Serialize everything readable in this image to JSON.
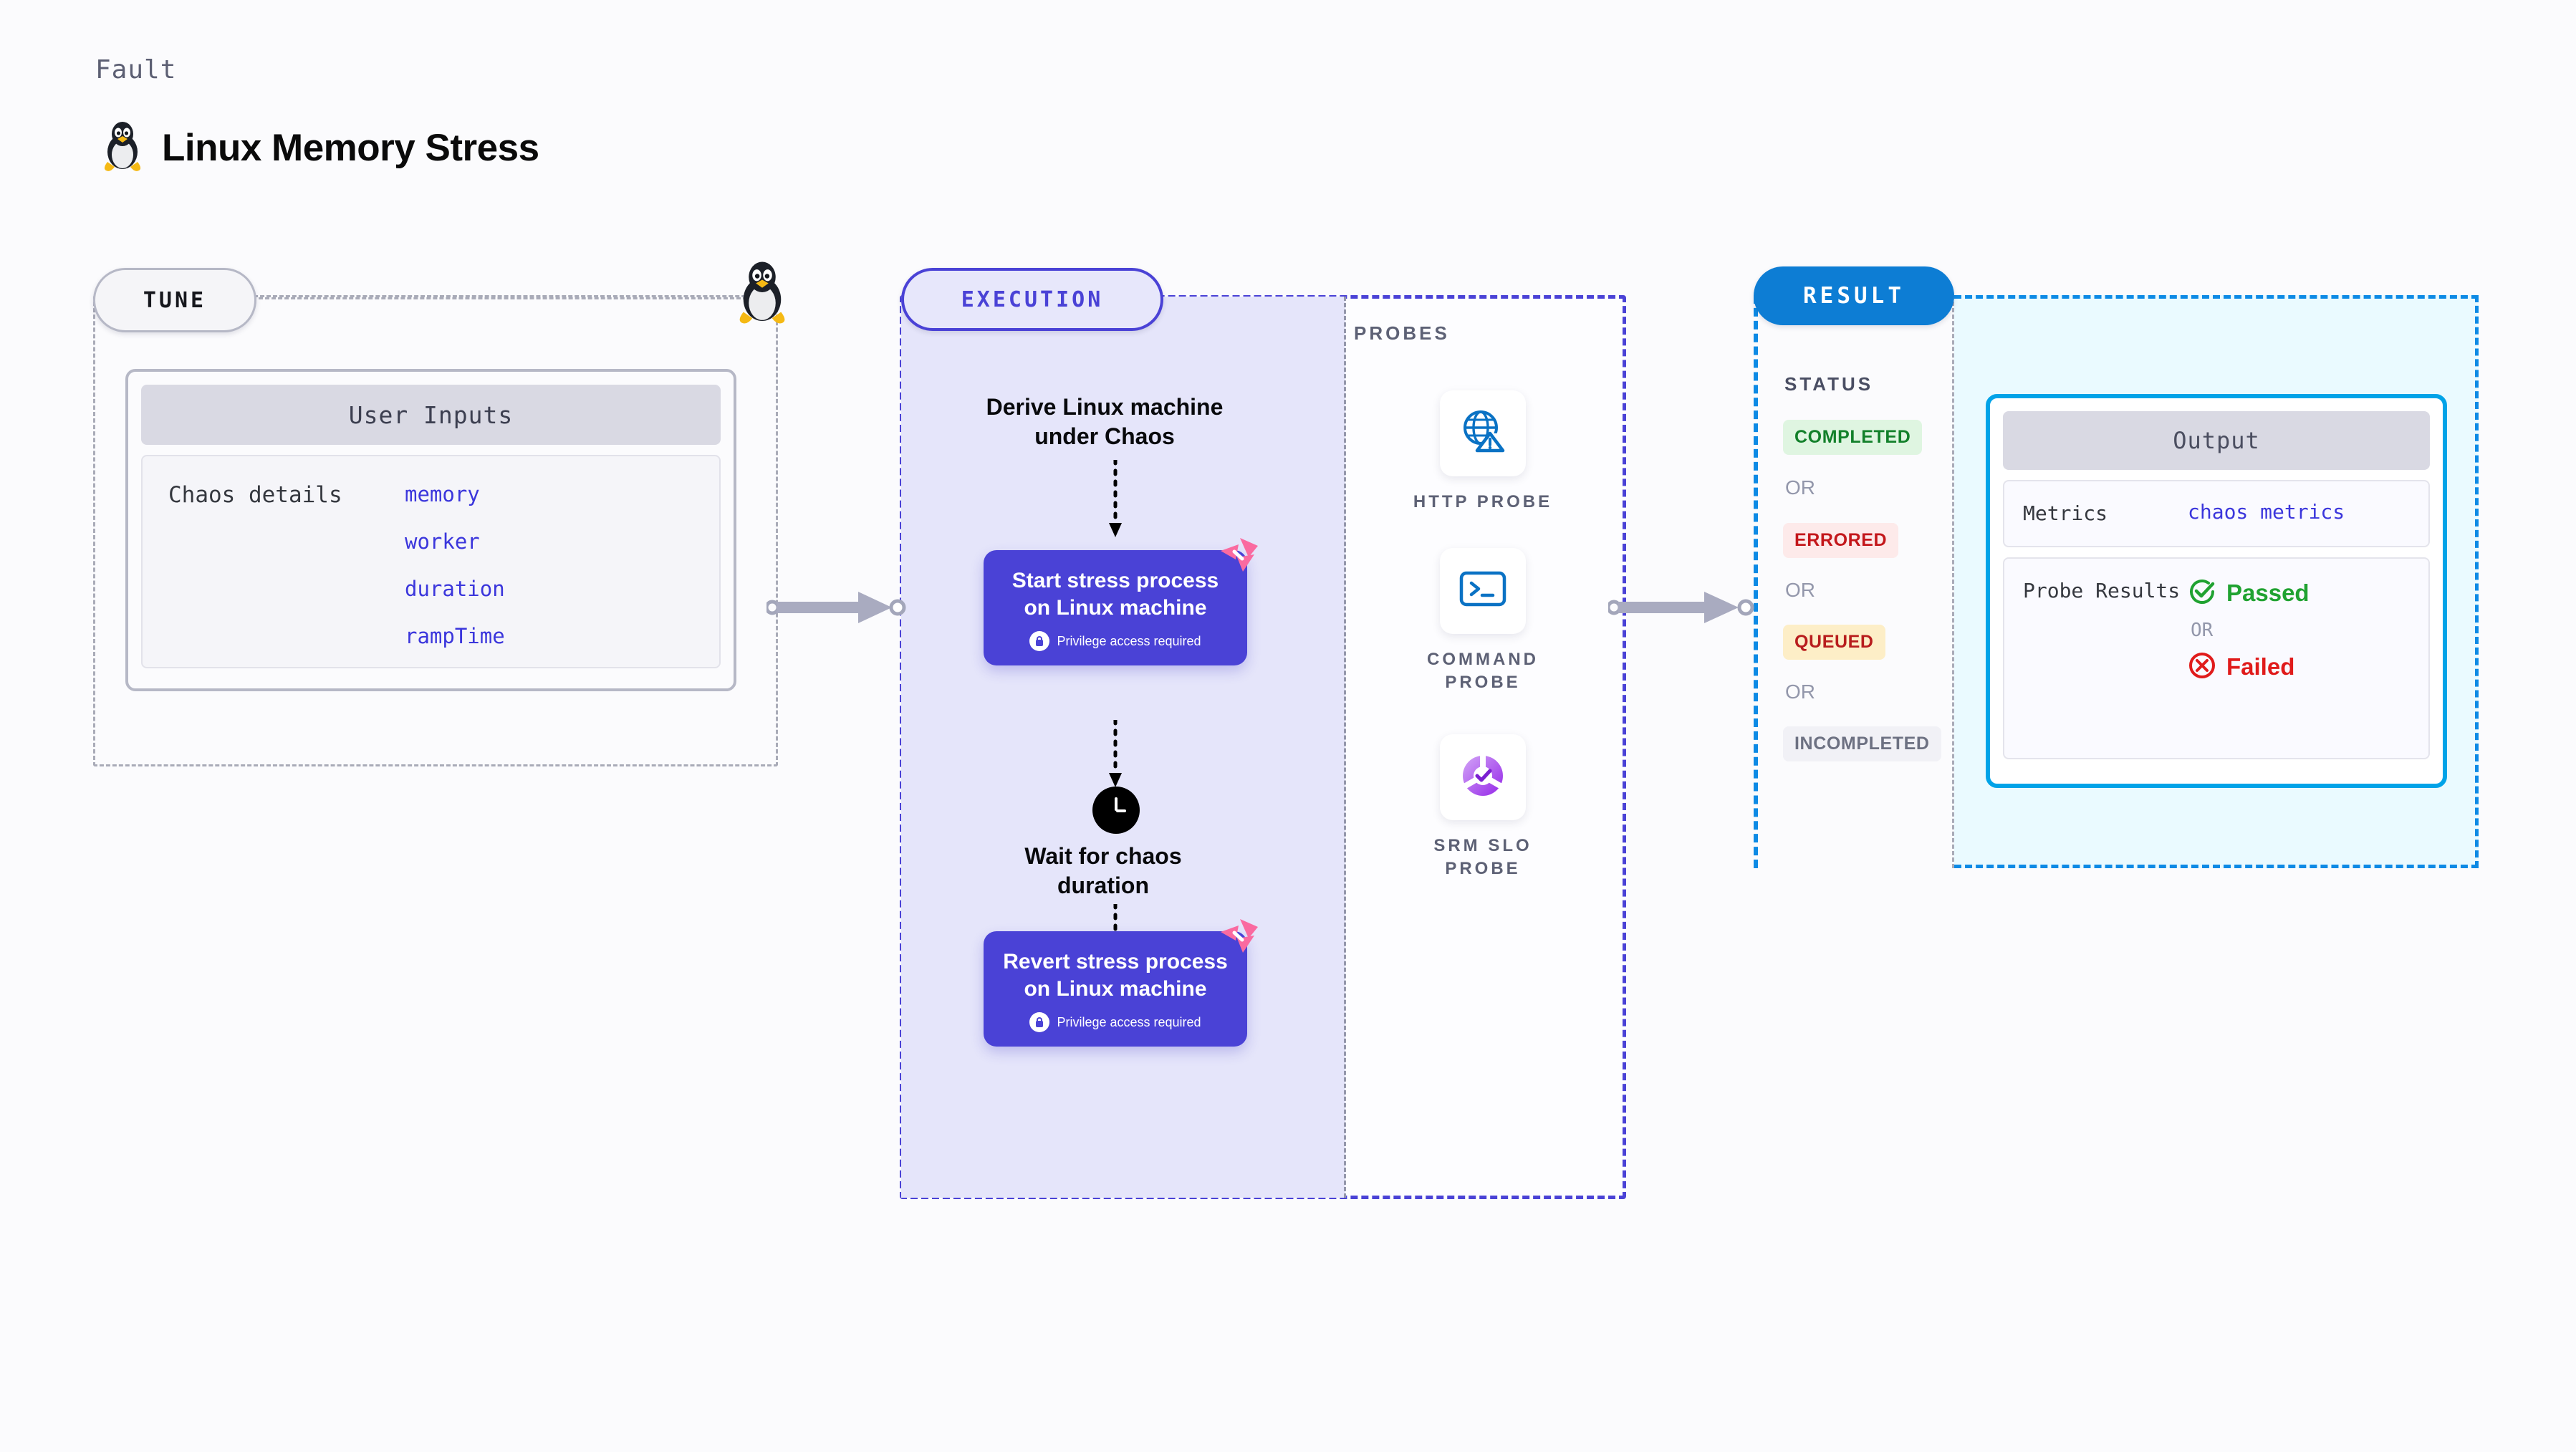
{
  "header": {
    "fault_label": "Fault",
    "title": "Linux Memory Stress",
    "icon": "linux-tux-icon"
  },
  "tune": {
    "pill_label": "TUNE",
    "card_header": "User Inputs",
    "details_label": "Chaos details",
    "values": [
      "memory",
      "worker",
      "duration",
      "rampTime"
    ],
    "edge_icon": "linux-tux-icon"
  },
  "execution": {
    "pill_label": "EXECUTION",
    "steps": [
      {
        "type": "title",
        "label": "Derive Linux machine under Chaos"
      },
      {
        "type": "action",
        "label": "Start stress process on Linux machine",
        "privilege_note": "Privilege access required",
        "badge": "harness-logo-icon",
        "lock": "lock-icon"
      },
      {
        "type": "title",
        "label": "Wait for chaos duration",
        "icon": "clock-icon"
      },
      {
        "type": "action",
        "label": "Revert stress process on Linux machine",
        "privilege_note": "Privilege access required",
        "badge": "harness-logo-icon",
        "lock": "lock-icon"
      }
    ]
  },
  "probes": {
    "label": "PROBES",
    "items": [
      {
        "name": "HTTP PROBE",
        "icon": "globe-warning-icon"
      },
      {
        "name": "COMMAND PROBE",
        "icon": "terminal-icon"
      },
      {
        "name": "SRM SLO PROBE",
        "icon": "slo-donut-check-icon"
      }
    ]
  },
  "result": {
    "pill_label": "RESULT",
    "status_label": "STATUS",
    "or_label": "OR",
    "statuses": [
      {
        "label": "COMPLETED",
        "color": "#12802a",
        "background": "#dff5e1"
      },
      {
        "label": "ERRORED",
        "color": "#c3171b",
        "background": "#fdeaea"
      },
      {
        "label": "QUEUED",
        "color": "#b81d1d",
        "background": "#fdeec7"
      },
      {
        "label": "INCOMPLETED",
        "color": "#6d7182",
        "background": "#f1f1f6"
      }
    ],
    "output": {
      "card_header": "Output",
      "metrics_label": "Metrics",
      "metrics_value": "chaos metrics",
      "probe_results_label": "Probe Results",
      "or_label": "OR",
      "passed_label": "Passed",
      "failed_label": "Failed",
      "passed_color": "#20a231",
      "failed_color": "#e01b1b"
    }
  },
  "colors": {
    "accent_purple": "#4a42d6",
    "accent_blue": "#0d8ae5",
    "accent_pink": "#fa6aa0",
    "panel_lavender": "#e5e5fa",
    "panel_cyan": "#eafaff"
  }
}
